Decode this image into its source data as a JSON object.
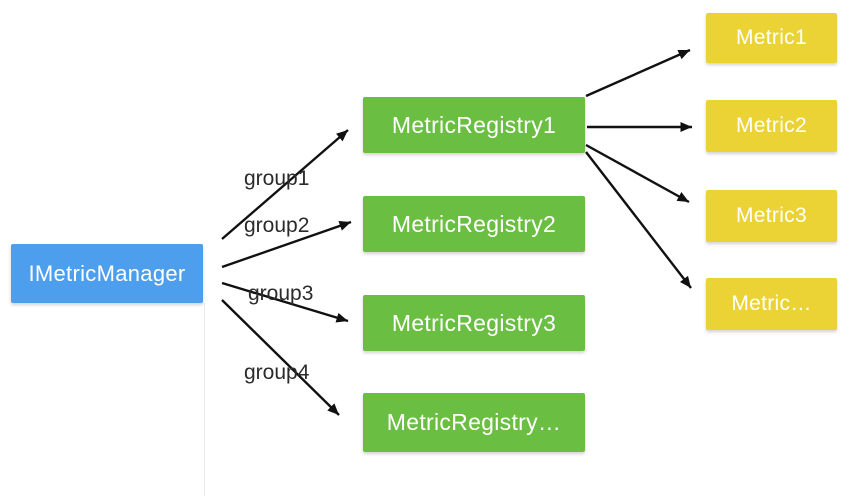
{
  "colors": {
    "background": "#ffffff",
    "manager": "#4d9fee",
    "registry": "#6abf43",
    "metric": "#ecd335",
    "node_text": "#ffffff",
    "label": "#2b2b2b",
    "arrow": "#111111"
  },
  "nodes": {
    "manager": {
      "label": "IMetricManager"
    },
    "registry1": {
      "label": "MetricRegistry1"
    },
    "registry2": {
      "label": "MetricRegistry2"
    },
    "registry3": {
      "label": "MetricRegistry3"
    },
    "registry_more": {
      "label": "MetricRegistry…"
    },
    "metric1": {
      "label": "Metric1"
    },
    "metric2": {
      "label": "Metric2"
    },
    "metric3": {
      "label": "Metric3"
    },
    "metric_more": {
      "label": "Metric…"
    }
  },
  "edge_labels": {
    "group1": "group1",
    "group2": "group2",
    "group3": "group3",
    "group4": "group4"
  },
  "edges": [
    {
      "from": "IMetricManager",
      "to": "MetricRegistry1",
      "label": "group1"
    },
    {
      "from": "IMetricManager",
      "to": "MetricRegistry2",
      "label": "group2"
    },
    {
      "from": "IMetricManager",
      "to": "MetricRegistry3",
      "label": "group3"
    },
    {
      "from": "IMetricManager",
      "to": "MetricRegistry…",
      "label": "group4"
    },
    {
      "from": "MetricRegistry1",
      "to": "Metric1",
      "label": ""
    },
    {
      "from": "MetricRegistry1",
      "to": "Metric2",
      "label": ""
    },
    {
      "from": "MetricRegistry1",
      "to": "Metric3",
      "label": ""
    },
    {
      "from": "MetricRegistry1",
      "to": "Metric…",
      "label": ""
    }
  ]
}
